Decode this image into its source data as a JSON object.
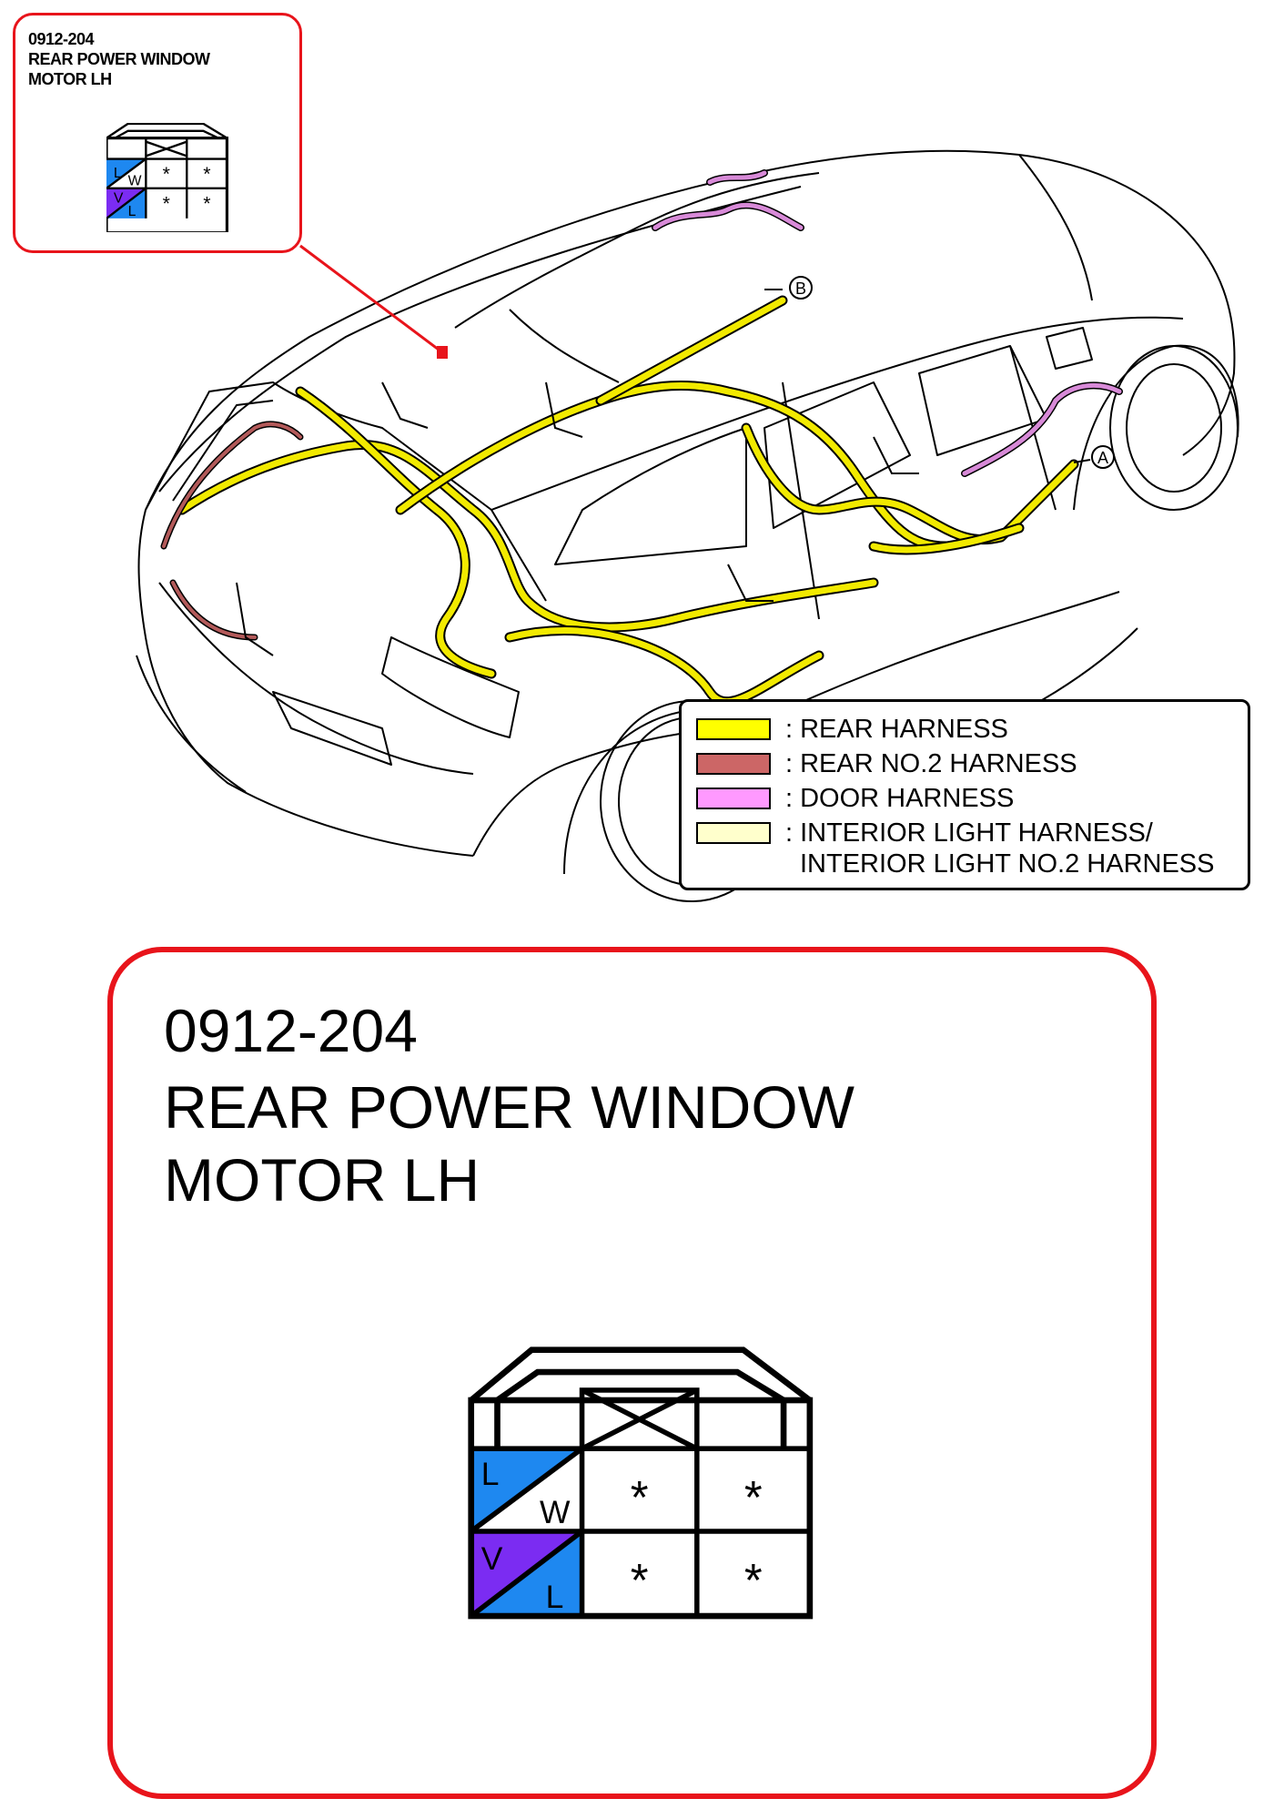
{
  "connector": {
    "code": "0912-204",
    "title_line1": "REAR POWER WINDOW",
    "title_line2": "MOTOR LH",
    "pins": [
      {
        "top": "L",
        "bottom": "W",
        "top_color": "#1e88f0",
        "bottom_color": "#ffffff"
      },
      {
        "top": "V",
        "bottom": "L",
        "top_color": "#7b2cf2",
        "bottom_color": "#1e88f0"
      }
    ],
    "unused_pin_mark": "*"
  },
  "markers": {
    "a": "A",
    "b": "B"
  },
  "legend": {
    "items": [
      {
        "label": "REAR HARNESS",
        "color": "#ffff00"
      },
      {
        "label": "REAR NO.2 HARNESS",
        "color": "#cc6666"
      },
      {
        "label": "DOOR HARNESS",
        "color": "#ff99ff"
      },
      {
        "label": "INTERIOR LIGHT HARNESS/",
        "label2": "INTERIOR LIGHT NO.2 HARNESS",
        "color": "#ffffcc"
      }
    ],
    "separator": ":"
  },
  "colors": {
    "callout_border": "#e8141b",
    "rear_harness": "#f2ea00",
    "rear_no2_harness": "#b35a5a",
    "door_harness": "#d88ad8"
  }
}
